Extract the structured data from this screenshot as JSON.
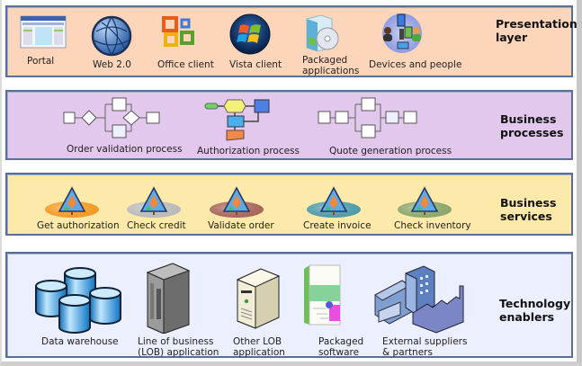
{
  "layers": [
    {
      "title_line1": "Presentation",
      "title_line2": "layer",
      "items": [
        {
          "label": "Portal",
          "icon": "portal-icon"
        },
        {
          "label": "Web 2.0",
          "icon": "globe-icon"
        },
        {
          "label": "Office client",
          "icon": "office-logo-icon"
        },
        {
          "label": "Vista client",
          "icon": "windows-logo-icon"
        },
        {
          "label_line1": "Packaged",
          "label_line2": "applications",
          "icon": "software-box-cd-icon"
        },
        {
          "label": "Devices and people",
          "icon": "devices-people-icon"
        }
      ]
    },
    {
      "title_line1": "Business",
      "title_line2": "processes",
      "items": [
        {
          "label": "Order validation process",
          "icon": "process-flow-icon"
        },
        {
          "label": "Authorization process",
          "icon": "workflow-icon"
        },
        {
          "label": "Quote generation process",
          "icon": "process-flow-icon"
        }
      ]
    },
    {
      "title_line1": "Business",
      "title_line2": "services",
      "items": [
        {
          "label": "Get authorization",
          "icon": "service-icon",
          "color": "#f39a22"
        },
        {
          "label": "Check credit",
          "icon": "service-icon",
          "color": "#b9b9b9"
        },
        {
          "label": "Validate order",
          "icon": "service-icon",
          "color": "#a8655a"
        },
        {
          "label": "Create invoice",
          "icon": "service-icon",
          "color": "#4c9aa8"
        },
        {
          "label": "Check inventory",
          "icon": "service-icon",
          "color": "#8ca66a"
        }
      ]
    },
    {
      "title_line1": "Technology",
      "title_line2": "enablers",
      "items": [
        {
          "label": "Data warehouse",
          "icon": "database-cluster-icon"
        },
        {
          "label_line1": "Line of business",
          "label_line2": "(LOB) application",
          "icon": "server-rack-icon"
        },
        {
          "label_line1": "Other LOB",
          "label_line2": "application",
          "icon": "server-tower-icon"
        },
        {
          "label_line1": "Packaged",
          "label_line2": "software",
          "icon": "software-package-icon"
        },
        {
          "label_line1": "External suppliers",
          "label_line2": "& partners",
          "icon": "buildings-icon"
        }
      ]
    }
  ]
}
